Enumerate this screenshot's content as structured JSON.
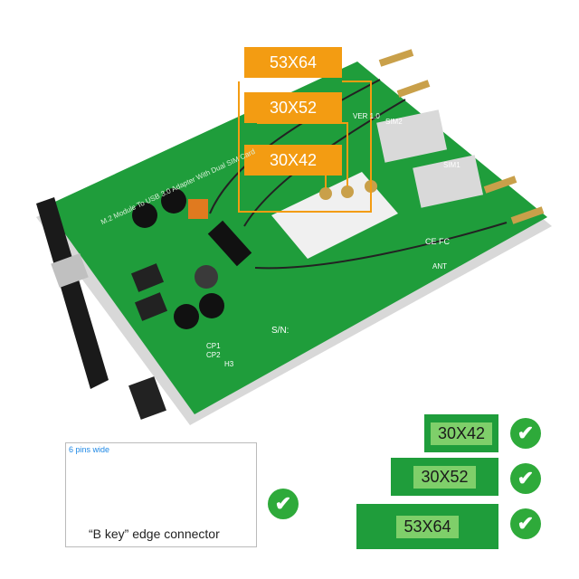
{
  "labels": {
    "size_53x64": "53X64",
    "size_30x52": "30X52",
    "size_30x42": "30X42"
  },
  "board_text": {
    "title_silkscreen": "M.2 Module To USB 3.0 Adapter With Dual SIM Card",
    "sn": "S/N:",
    "sim1": "SIM1",
    "sim2": "SIM2",
    "ver": "VER 1.0",
    "ant": "ANT",
    "cp1": "CP1",
    "cp2": "CP2",
    "h3": "H3",
    "ce": "CE FC"
  },
  "legend": {
    "pins_note": "6 pins wide",
    "key_caption": "“B key” edge connector",
    "modules": [
      "30X42",
      "30X52",
      "53X64"
    ],
    "check_glyph": "✔"
  },
  "colors": {
    "pcb": "#1f9d3b",
    "label_bg": "#f39c12",
    "check": "#2eaa3a",
    "gold": "#d4b12a"
  }
}
